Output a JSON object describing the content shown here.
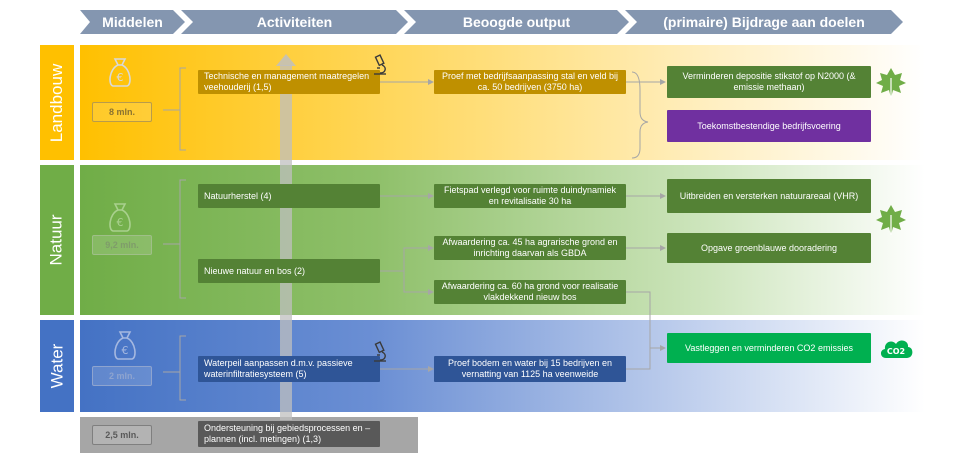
{
  "headers": {
    "middelen": "Middelen",
    "activiteiten": "Activiteiten",
    "output": "Beoogde output",
    "bijdrage": "(primaire) Bijdrage aan doelen"
  },
  "rows": {
    "landbouw": {
      "label": "Landbouw",
      "budget": "8 mln.",
      "activity": "Technische en management maatregelen veehouderij (1,5)",
      "output": "Proef met bedrijfsaanpassing stal en veld bij ca. 50 bedrijven (3750 ha)",
      "goal1": "Verminderen depositie stikstof op N2000 (& emissie methaan)",
      "goal2": "Toekomstbestendige bedrijfsvoering"
    },
    "natuur": {
      "label": "Natuur",
      "budget": "9,2 mln.",
      "activity1": "Natuurherstel (4)",
      "activity2": "Nieuwe natuur en bos (2)",
      "output1": "Fietspad verlegd voor ruimte duindynamiek en revitalisatie 30 ha",
      "output2": "Afwaardering ca. 45 ha agrarische grond en inrichting daarvan als GBDA",
      "output3": "Afwaardering ca. 60 ha grond voor realisatie vlakdekkend nieuw bos",
      "goal1": "Uitbreiden en versterken natuurareaal (VHR)",
      "goal2": "Opgave groenblauwe dooradering"
    },
    "water": {
      "label": "Water",
      "budget": "2 mln.",
      "activity": "Waterpeil aanpassen d.m.v. passieve waterinfiltratiesysteem (5)",
      "output": "Proef bodem en water bij 15 bedrijven en vernatting van 1125 ha veenweide",
      "goal": "Vastleggen en verminderen CO2 emissies",
      "co2_badge": "CO2"
    },
    "support": {
      "budget": "2,5 mln.",
      "activity": "Ondersteuning bij gebiedsprocessen en –plannen (incl. metingen) (1,3)"
    }
  },
  "colors": {
    "header": "#8496b0",
    "landbouw_tab": "#ffc000",
    "landbouw_box": "#bf9000",
    "natuur_tab": "#70ad47",
    "natuur_box": "#548235",
    "water_tab": "#4472c4",
    "water_box": "#2f5597",
    "purple": "#7030a0",
    "co2_green": "#00b050",
    "support_box": "#595959"
  },
  "icons": {
    "money_bag": "money-bag-icon",
    "microscope": "microscope-icon",
    "leaf": "leaf-icon",
    "co2_cloud": "co2-cloud-icon"
  }
}
